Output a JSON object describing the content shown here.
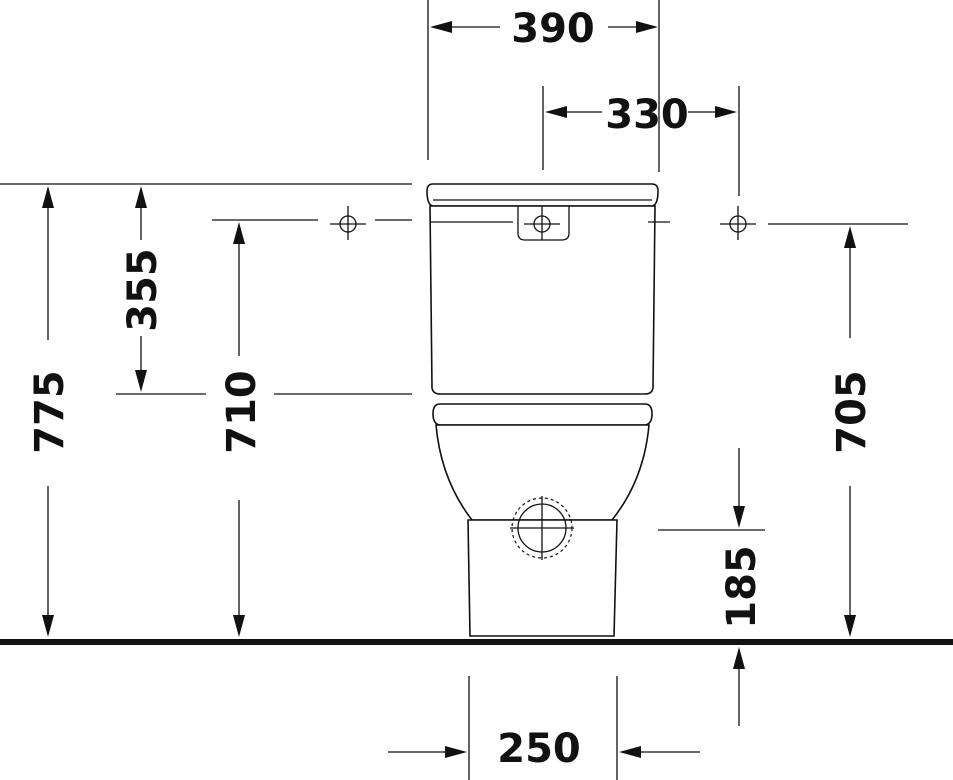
{
  "dimensions": {
    "width_total": "390",
    "width_fixing": "330",
    "height_total": "775",
    "height_fixing": "355",
    "height_cistern_fixing": "710",
    "height_wall_fixing": "705",
    "height_outlet": "185",
    "width_foot": "250"
  },
  "colors": {
    "line": "#111111",
    "background": "#ffffff",
    "floor": "#111111"
  }
}
